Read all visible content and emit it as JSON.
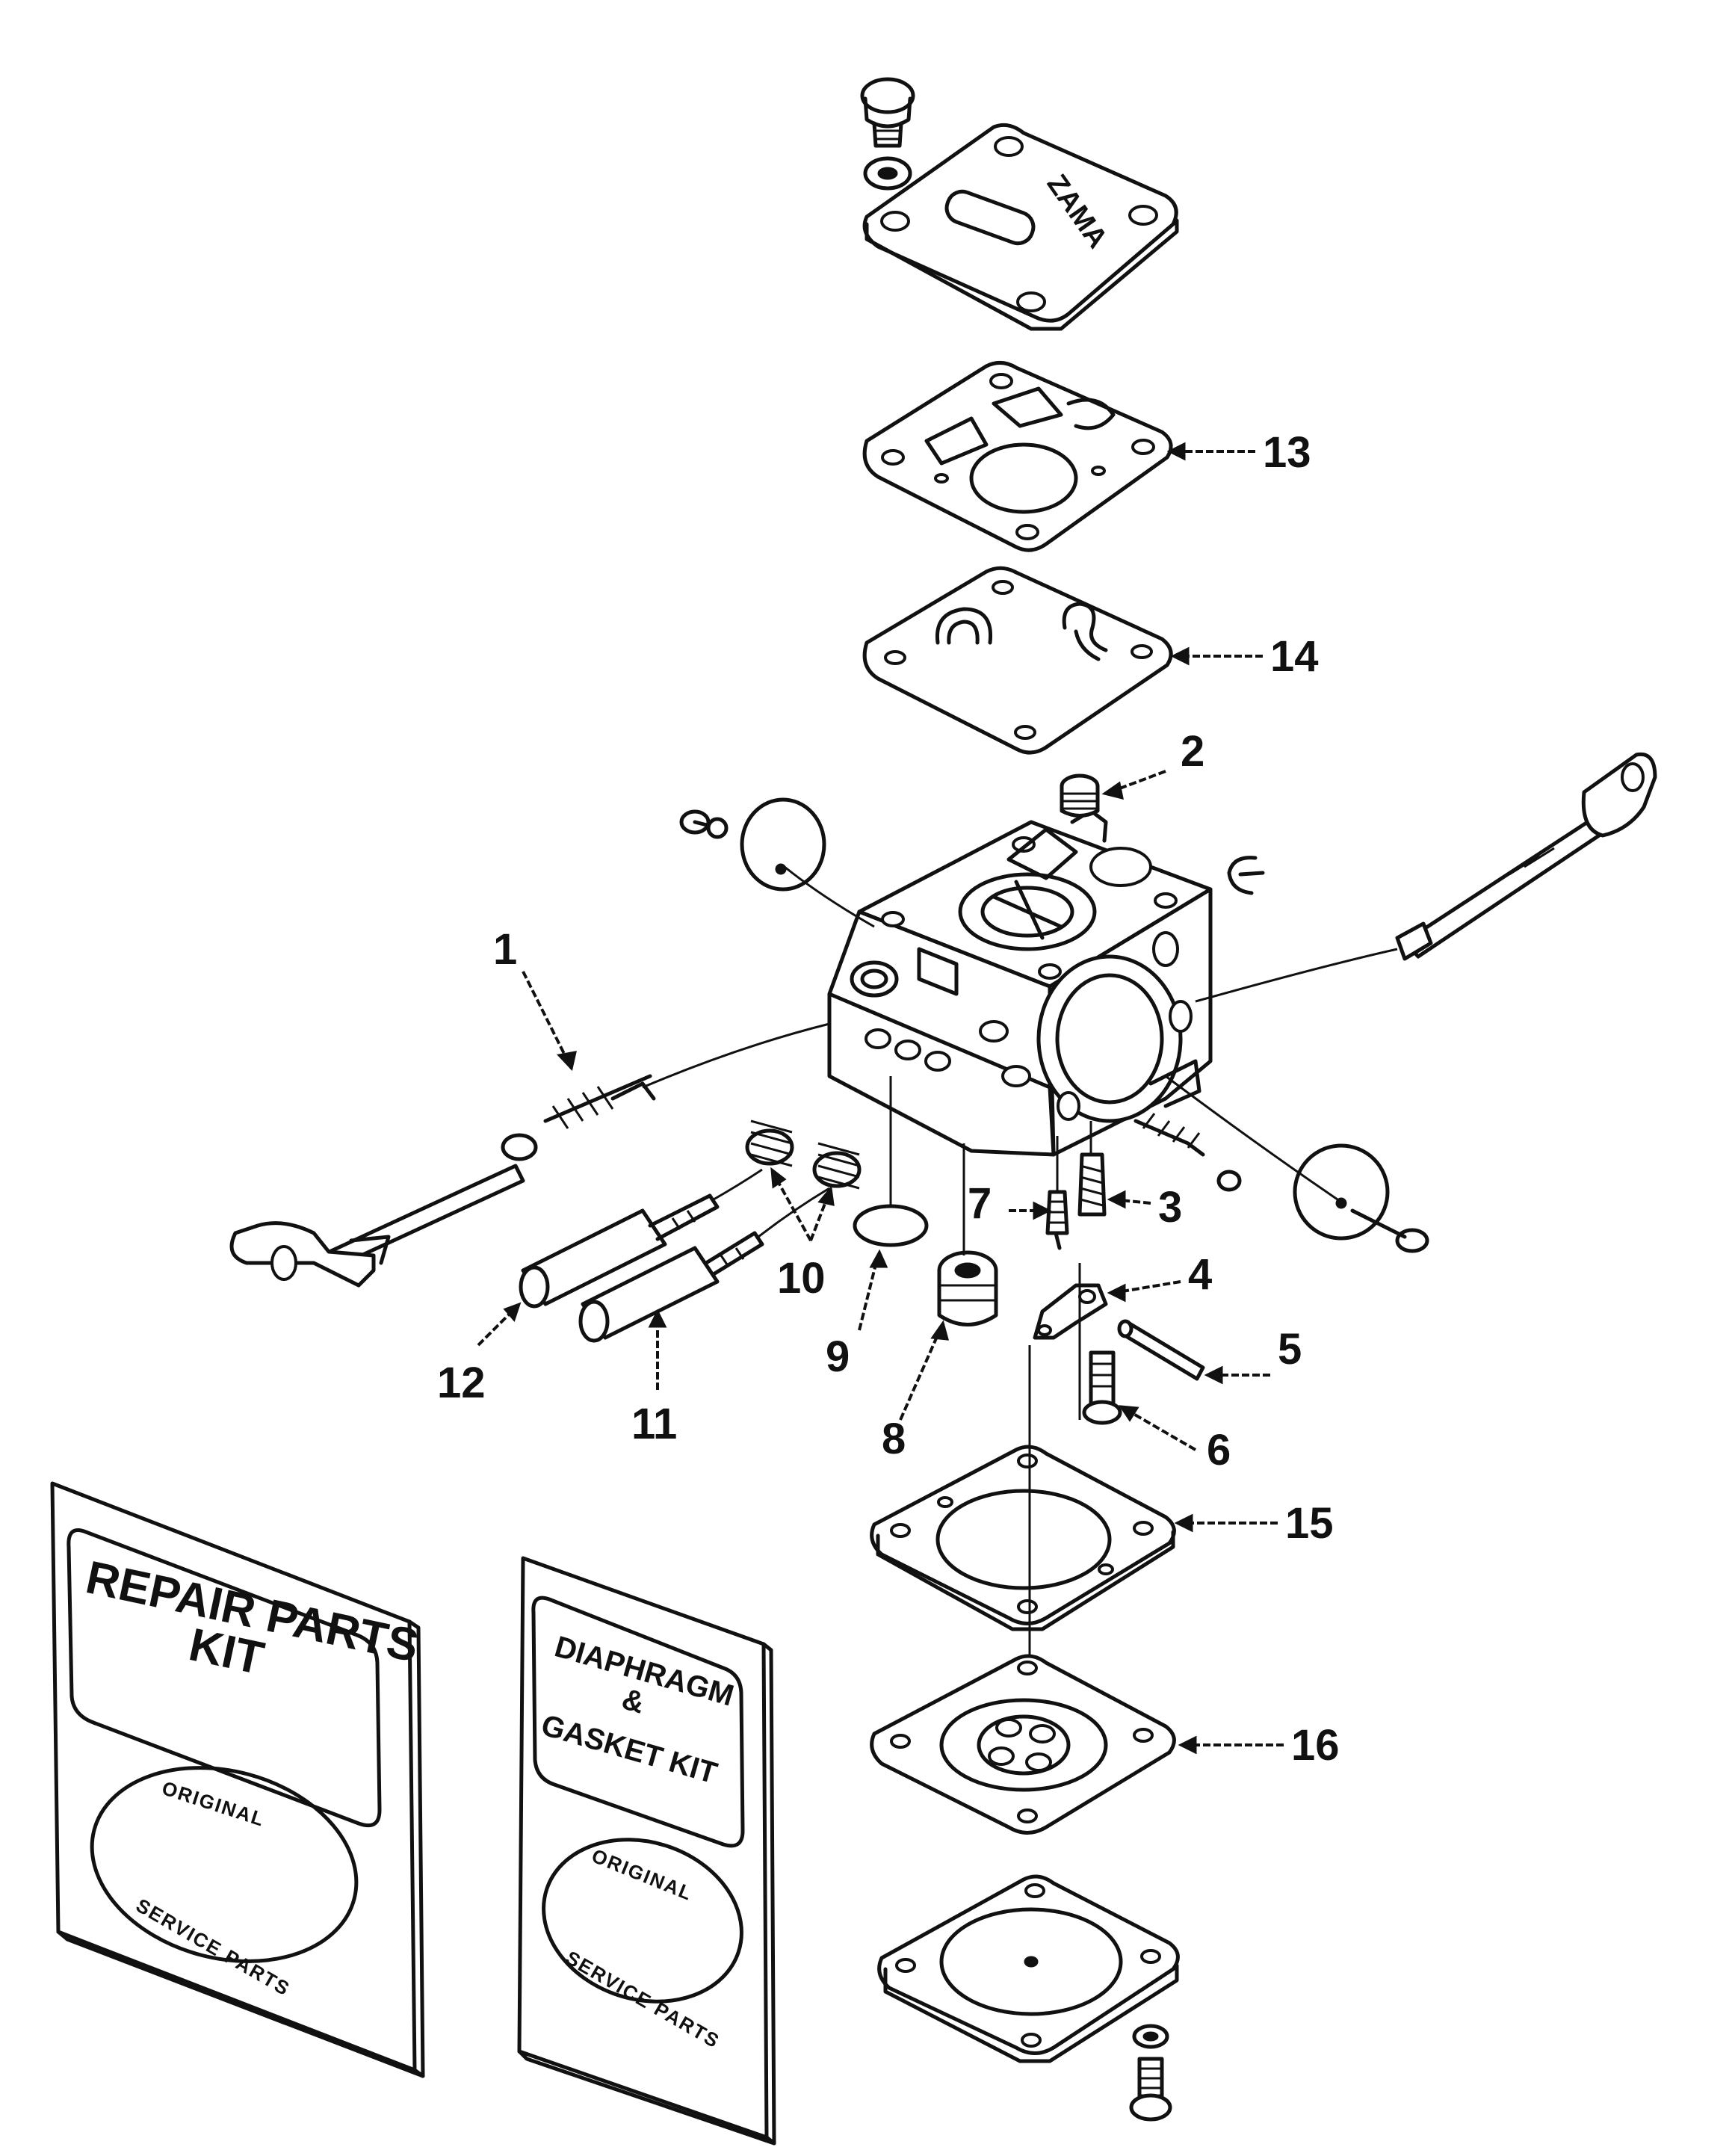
{
  "diagram": {
    "callouts": [
      "1",
      "2",
      "3",
      "4",
      "5",
      "6",
      "7",
      "8",
      "9",
      "10",
      "11",
      "12",
      "13",
      "14",
      "15",
      "16"
    ],
    "cover_stamp": "ZAMA",
    "kits": [
      {
        "line1": "REPAIR PARTS",
        "line2": "KIT",
        "oval_top": "ORIGINAL",
        "oval_bottom": "SERVICE PARTS"
      },
      {
        "line1": "DIAPHRAGM",
        "line2": "&",
        "line3": "GASKET KIT",
        "oval_top": "ORIGINAL",
        "oval_bottom": "SERVICE PARTS"
      }
    ]
  }
}
